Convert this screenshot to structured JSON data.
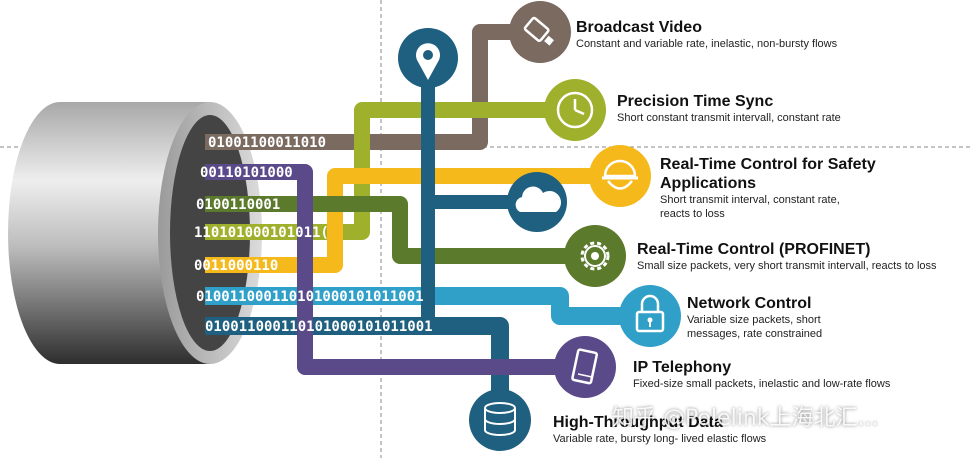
{
  "services": [
    {
      "id": "broadcast-video",
      "title": "Broadcast Video",
      "desc": "Constant and variable rate, inelastic, non-bursty flows",
      "color": "#7a6a60",
      "icon": "video-camera-icon"
    },
    {
      "id": "precision-time-sync",
      "title": "Precision Time Sync",
      "desc": "Short constant transmit intervall, constant rate",
      "color": "#9fb12c",
      "icon": "clock-icon"
    },
    {
      "id": "rt-control-safety",
      "title": "Real-Time Control for Safety Applications",
      "desc": "Short transmit interval, constant  rate, reacts to loss",
      "color": "#f5b91c",
      "icon": "hard-hat-icon"
    },
    {
      "id": "rt-control-profinet",
      "title": "Real-Time Control (PROFINET)",
      "desc": "Small size packets, very short transmit intervall, reacts to loss",
      "color": "#5c7a2c",
      "icon": "gear-icon"
    },
    {
      "id": "network-control",
      "title": "Network Control",
      "desc": "Variable size packets, short messages, rate constrained",
      "color": "#31a0c8",
      "icon": "padlock-icon"
    },
    {
      "id": "ip-telephony",
      "title": "IP Telephony",
      "desc": "Fixed-size small packets, inelastic and low-rate flows",
      "color": "#5a4a8a",
      "icon": "phone-icon"
    },
    {
      "id": "high-throughput-data",
      "title": "High-Throughput Data",
      "desc": "Variable rate, bursty long- lived elastic flows",
      "color": "#1f5f7f",
      "icon": "database-icon"
    }
  ],
  "extra_icons": [
    {
      "id": "location",
      "icon": "location-pin-icon",
      "color": "#1f5f7f"
    },
    {
      "id": "cloud",
      "icon": "cloud-icon",
      "color": "#1f5f7f"
    }
  ],
  "bitstrings": [
    "01001100011010",
    "00110101000",
    "0100110001",
    "110101000101011(",
    "0011000110",
    "010011000110101000101011001",
    "010011000110101000101011001"
  ],
  "watermark": "知乎 @Polelink上海北汇..."
}
